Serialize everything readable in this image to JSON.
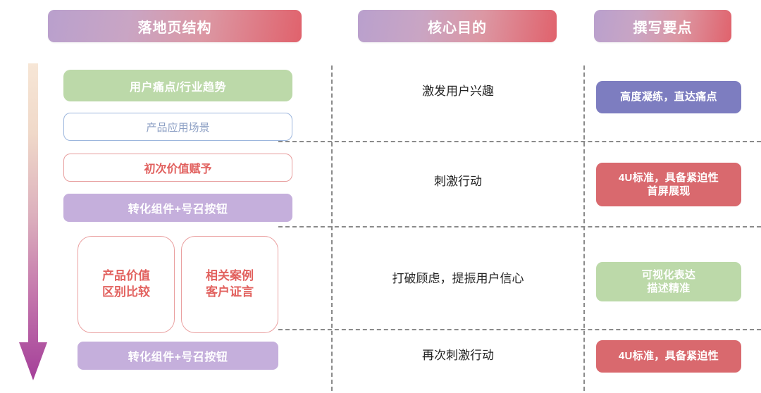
{
  "headers": {
    "structure": "落地页结构",
    "purpose": "核心目的",
    "points": "撰写要点"
  },
  "colors": {
    "header_gradient_start": "#b9a0cd",
    "header_gradient_end": "#e0626c",
    "green": "#bcd9a9",
    "purple": "#c5afdc",
    "indigo": "#7d7dc0",
    "red": "#d9696e",
    "blue_outline": "#9cb6dd",
    "red_outline": "#e79d9d",
    "dash_line": "#8a8a8a",
    "arrow_top": "#f5e3d3",
    "arrow_bottom": "#a8459a"
  },
  "structure_blocks": [
    {
      "id": "pain",
      "label": "用户痛点/行业趋势",
      "style": "green"
    },
    {
      "id": "scene",
      "label": "产品应用场景",
      "style": "blue-outline"
    },
    {
      "id": "value",
      "label": "初次价值赋予",
      "style": "red-outline"
    },
    {
      "id": "cta1",
      "label": "转化组件+号召按钮",
      "style": "purple"
    },
    {
      "id": "compare",
      "label": "产品价值\n区别比较",
      "style": "card-red-outline"
    },
    {
      "id": "case",
      "label": "相关案例\n客户证言",
      "style": "card-red-outline"
    },
    {
      "id": "cta2",
      "label": "转化组件+号召按钮",
      "style": "purple"
    }
  ],
  "structure_blocks_text": {
    "pain": "用户痛点/行业趋势",
    "scene": "产品应用场景",
    "value": "初次价值赋予",
    "cta1": "转化组件+号召按钮",
    "compare_line1": "产品价值",
    "compare_line2": "区别比较",
    "case_line1": "相关案例",
    "case_line2": "客户证言",
    "cta2": "转化组件+号召按钮"
  },
  "purposes": [
    "激发用户兴趣",
    "刺激行动",
    "打破顾虑，提振用户信心",
    "再次刺激行动"
  ],
  "purpose_text": {
    "row1": "激发用户兴趣",
    "row2": "刺激行动",
    "row3": "打破顾虑，提振用户信心",
    "row4": "再次刺激行动"
  },
  "writing_points": {
    "row1": "高度凝练，直达痛点",
    "row2_line1": "4U标准，具备紧迫性",
    "row2_line2": "首屏展现",
    "row3_line1": "可视化表达",
    "row3_line2": "描述精准",
    "row4": "4U标准，具备紧迫性"
  },
  "flow_arrow": {
    "name": "downward-flow-arrow",
    "direction": "down"
  }
}
